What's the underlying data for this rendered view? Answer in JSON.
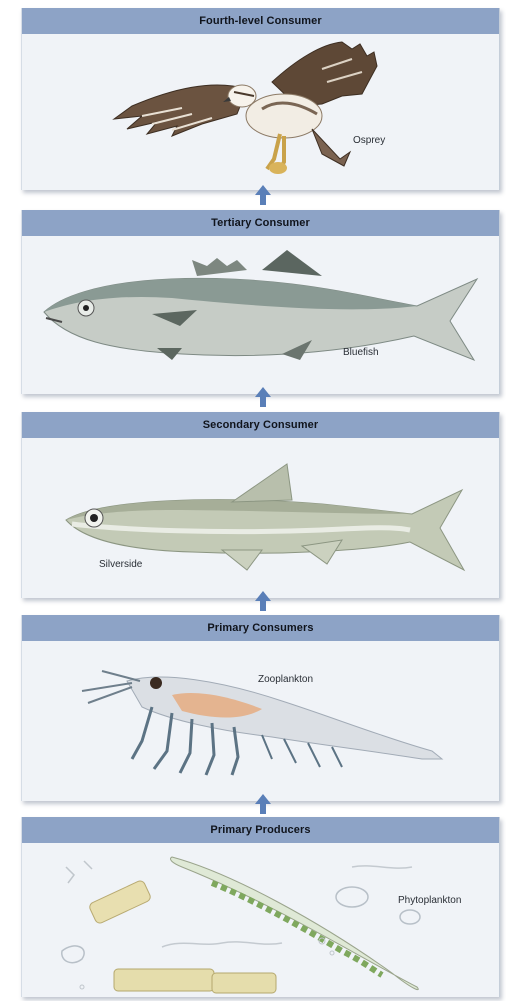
{
  "levels": [
    {
      "title": "Fourth-level Consumer",
      "organism": "Osprey"
    },
    {
      "title": "Tertiary Consumer",
      "organism": "Bluefish"
    },
    {
      "title": "Secondary Consumer",
      "organism": "Silverside"
    },
    {
      "title": "Primary Consumers",
      "organism": "Zooplankton"
    },
    {
      "title": "Primary Producers",
      "organism": "Phytoplankton"
    }
  ],
  "colors": {
    "header": "#8da3c6",
    "panel": "#f0f3f7",
    "arrow": "#5a7fb8"
  }
}
